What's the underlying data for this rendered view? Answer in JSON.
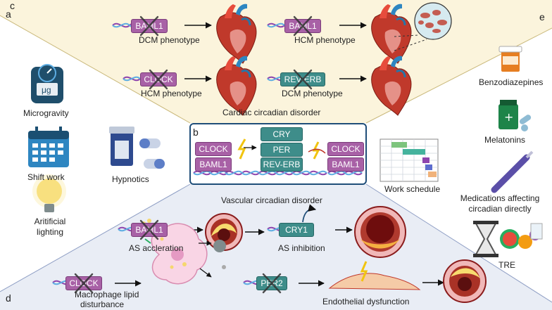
{
  "panels": {
    "a": "a",
    "b": "b",
    "c": "c",
    "d": "d",
    "e": "e"
  },
  "panel_a": {
    "microgravity": "Microgravity",
    "scale_unit": "μg",
    "shift_work": "Shift work",
    "artificial_lighting_1": "Aritificial",
    "artificial_lighting_2": "lighting"
  },
  "panel_c": {
    "bmal1_dcm_gene": "BAML1",
    "bmal1_dcm_label": "DCM phenotype",
    "bmal1_hcm_gene": "BAML1",
    "bmal1_hcm_label": "HCM phenotype",
    "clock_gene": "CLOCK",
    "clock_label": "HCM phenotype",
    "reverb_gene": "REV-ERB",
    "reverb_label": "DCM phenotype",
    "title": "Cardiac circadian disorder"
  },
  "panel_b": {
    "clock": "CLOCK",
    "bmal1": "BAML1",
    "cry": "CRY",
    "per": "PER",
    "reverb": "REV-ERB",
    "clock2": "CLOCK",
    "bmal12": "BAML1"
  },
  "hypnotics": "Hypnotics",
  "work_schedule": "Work schedule",
  "panel_e": {
    "benzodiazepines": "Benzodiazepines",
    "melatonins": "Melatonins",
    "medications_1": "Medications affecting",
    "medications_2": "circadian directly",
    "tre": "TRE"
  },
  "panel_d": {
    "title": "Vascular circadian disorder",
    "bmal1_gene": "BAML1",
    "as_acceleration": "AS accleration",
    "cry1_gene": "CRY1",
    "as_inhibition": "AS inhibition",
    "clock_gene": "CLOCK",
    "macrophage_1": "Macrophage lipid",
    "macrophage_2": "disturbance",
    "per2_gene": "PER2",
    "endothelial": "Endothelial dysfunction"
  },
  "colors": {
    "gene_purple": "#a861a6",
    "gene_teal": "#3e8d8a",
    "top_region": "#fbf4dc",
    "bottom_region": "#e9edf5",
    "frame_blue": "#1f4e79"
  }
}
